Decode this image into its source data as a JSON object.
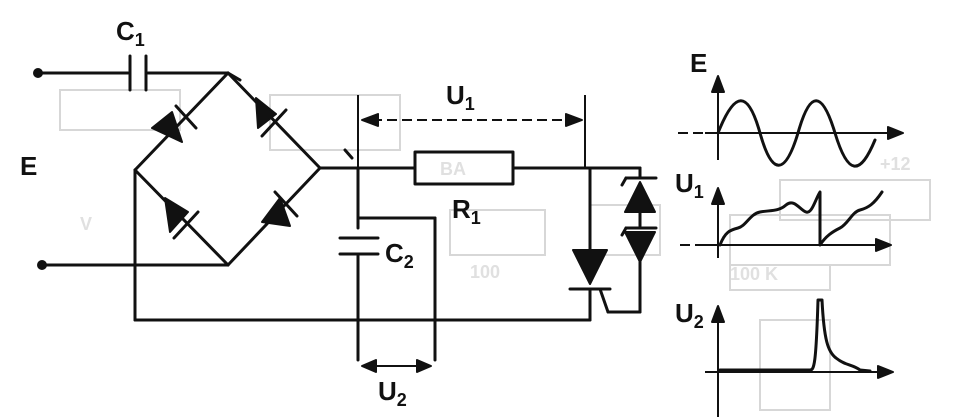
{
  "labels": {
    "c1": "C",
    "c1_sub": "1",
    "e_input": "E",
    "u1_top": "U",
    "u1_top_sub": "1",
    "r1": "R",
    "r1_sub": "1",
    "c2": "C",
    "c2_sub": "2",
    "u2_bottom": "U",
    "u2_bottom_sub": "2",
    "graph_e": "E",
    "graph_u1": "U",
    "graph_u1_sub": "1",
    "graph_u2": "U",
    "graph_u2_sub": "2"
  },
  "colors": {
    "ink": "#111111",
    "paper": "#ffffff"
  }
}
